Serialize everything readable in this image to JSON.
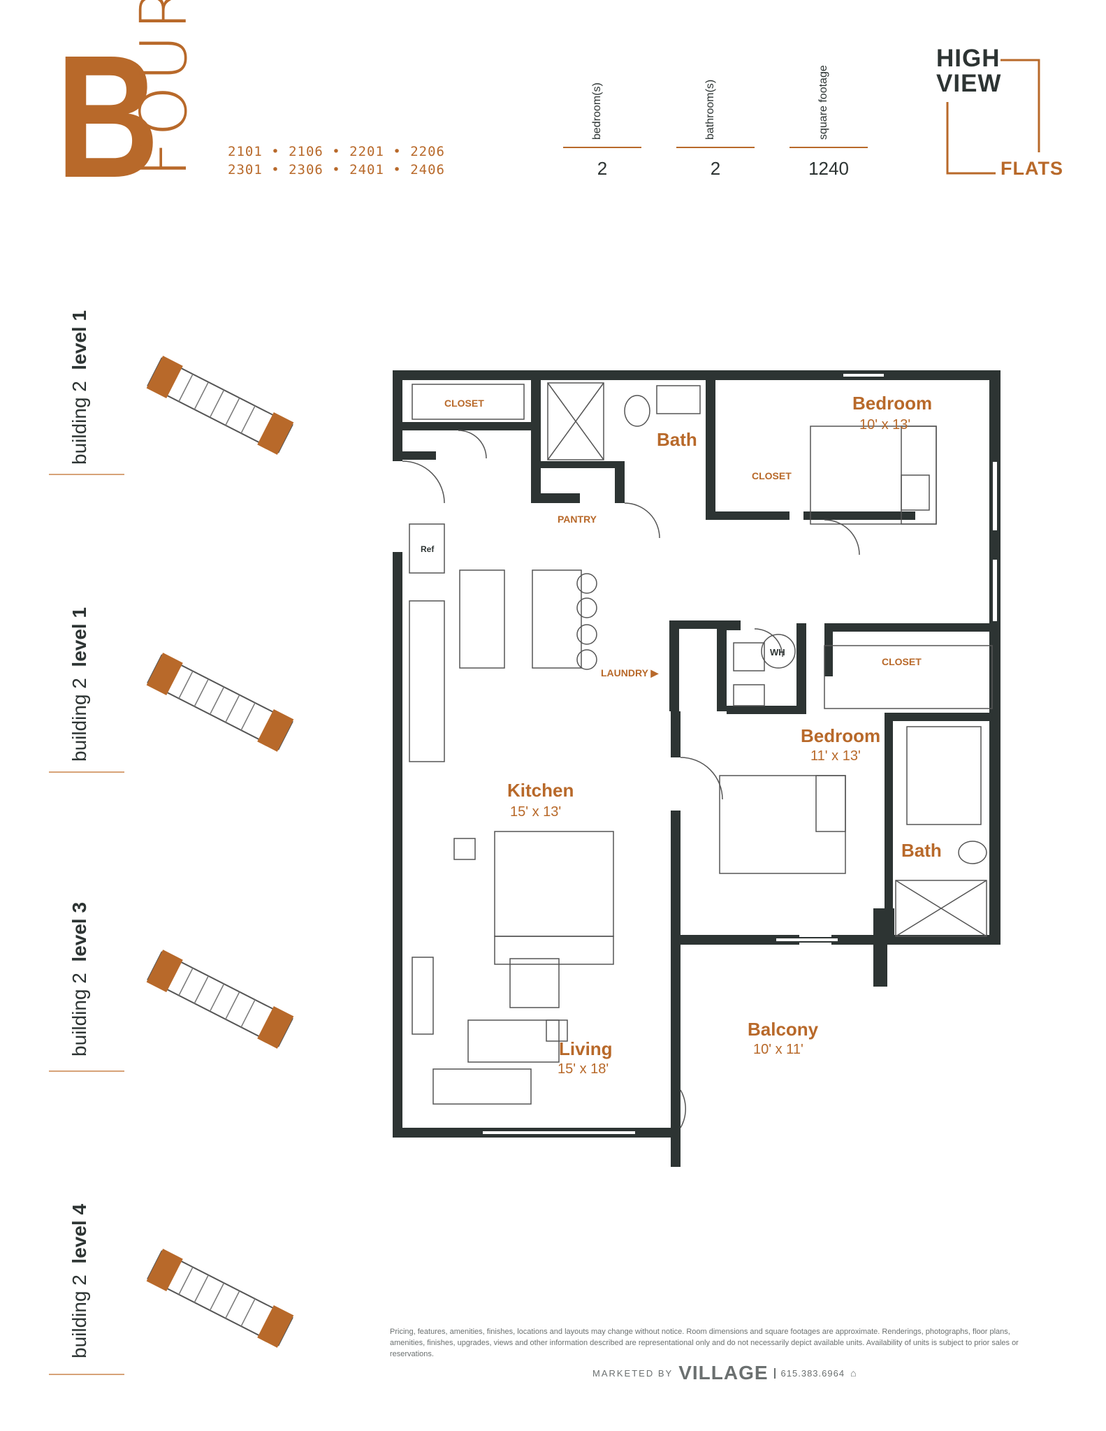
{
  "header": {
    "plan_letter": "B",
    "plan_word": "FOUR",
    "units_line1": "2101 • 2106 • 2201 • 2206",
    "units_line2": "2301 • 2306 • 2401 • 2406",
    "stats": [
      {
        "label": "bedroom(s)",
        "value": "2"
      },
      {
        "label": "bathroom(s)",
        "value": "2"
      },
      {
        "label": "square footage",
        "value": "1240"
      }
    ]
  },
  "logo": {
    "line1": "HIGH",
    "line2": "VIEW",
    "line3": "FLATS"
  },
  "keyplans": [
    {
      "building": "building 2",
      "level": "level 1"
    },
    {
      "building": "building 2",
      "level": "level 1"
    },
    {
      "building": "building 2",
      "level": "level 3"
    },
    {
      "building": "building 2",
      "level": "level 4"
    }
  ],
  "floorplan": {
    "rooms": [
      {
        "name": "Bedroom",
        "dims": "10' x 13'"
      },
      {
        "name": "Bath",
        "dims": ""
      },
      {
        "name": "Bedroom",
        "dims": "11' x 13'"
      },
      {
        "name": "Bath",
        "dims": ""
      },
      {
        "name": "Kitchen",
        "dims": "15' x 13'"
      },
      {
        "name": "Living",
        "dims": "15' x 18'"
      },
      {
        "name": "Balcony",
        "dims": "10' x 11'"
      }
    ],
    "labels": {
      "closet": "CLOSET",
      "pantry": "PANTRY",
      "laundry": "LAUNDRY ▶",
      "wh": "WH",
      "ref": "Ref"
    }
  },
  "footer": {
    "disclaimer": "Pricing, features, amenities, finishes, locations and layouts may change without notice. Room dimensions and square footages are approximate. Renderings, photographs, floor plans, amenities, finishes, upgrades, views and other information described are representational only and do not necessarily depict available units. Availability of units is subject to prior sales or reservations.",
    "marketed_by": "MARKETED BY",
    "company": "VILLAGE",
    "phone": "615.383.6964"
  },
  "colors": {
    "accent": "#b8692a",
    "wall": "#2d3433"
  }
}
